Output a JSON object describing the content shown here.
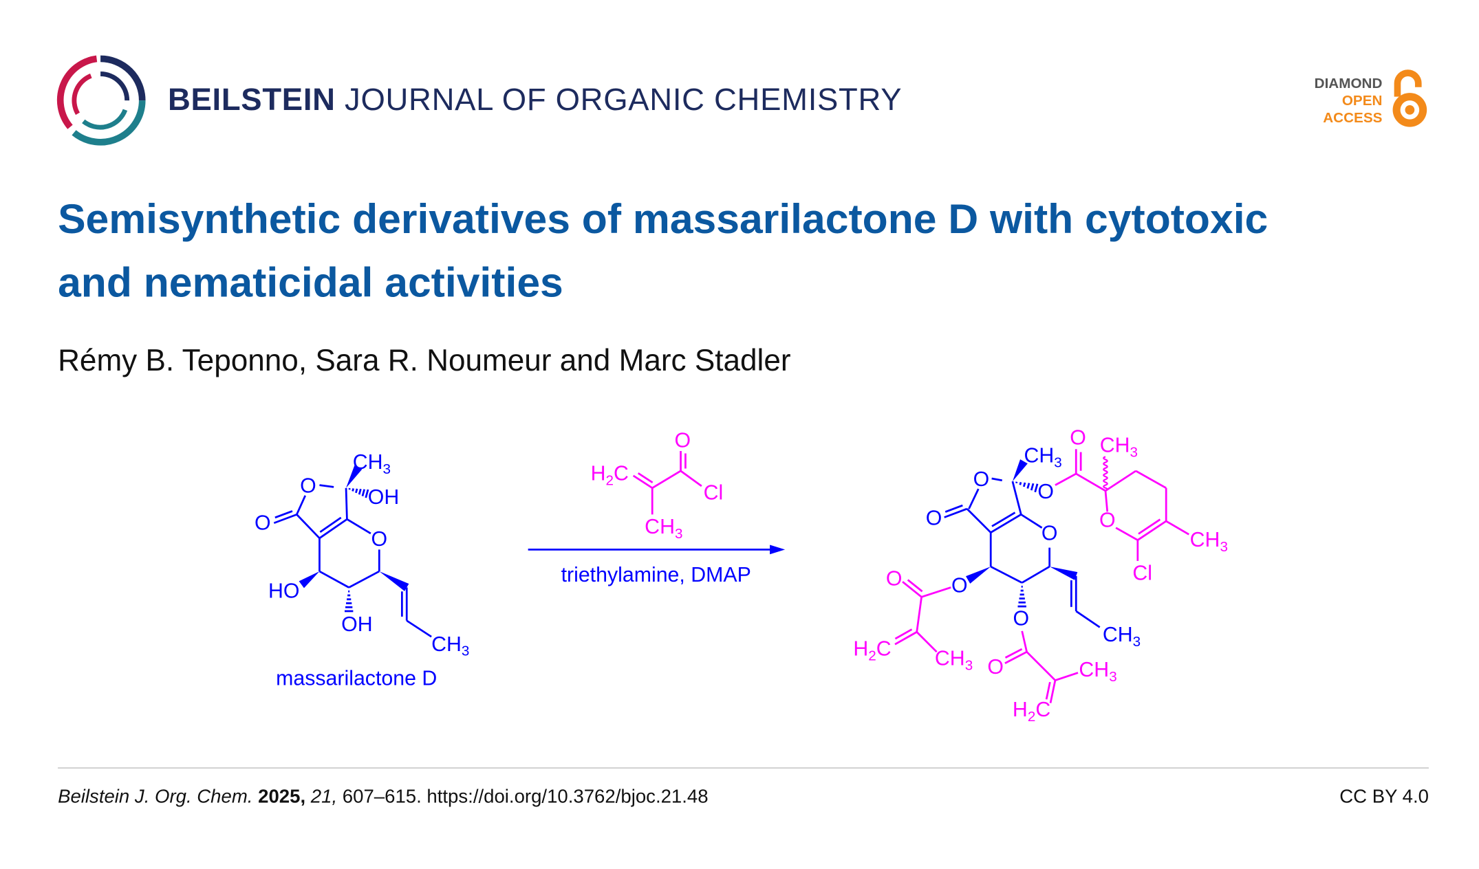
{
  "header": {
    "journal_bold": "BEILSTEIN",
    "journal_rest": "JOURNAL OF ORGANIC CHEMISTRY",
    "badge": {
      "line1": "DIAMOND",
      "line2": "OPEN",
      "line3": "ACCESS",
      "icon": "open-lock-icon"
    }
  },
  "article": {
    "title_lines": [
      "Semisynthetic derivatives of massarilactone D with cytotoxic",
      "and nematicidal activities"
    ],
    "authors": "Rémy B. Teponno, Sara R. Noumeur and Marc Stadler"
  },
  "scheme": {
    "starting_material": {
      "name": "massarilactone D",
      "labels": {
        "ch3_top": "CH3",
        "o_ring": "O",
        "oh_top": "OH",
        "o_carbonyl": "O",
        "o_pyran": "O",
        "ho_left": "HO",
        "oh_bottom": "OH",
        "ch3_vinyl": "CH3"
      }
    },
    "reagent": {
      "h2c": "H2C",
      "o": "O",
      "cl": "Cl",
      "ch3": "CH3"
    },
    "conditions": "triethylamine, DMAP",
    "product": {
      "labels": {
        "ch3_top": "CH3",
        "o_ring": "O",
        "o_ester": "O",
        "o_carbonyl": "O",
        "o_pyran": "O",
        "o_left": "O",
        "o_bottom": "O",
        "ch3_vinyl": "CH3",
        "r_o_carbonyl": "O",
        "r_ch3_top": "CH3",
        "r_o_ring": "O",
        "r_ch3": "CH3",
        "r_cl": "Cl",
        "l_o_carbonyl": "O",
        "l_h2c": "H2C",
        "l_ch3": "CH3",
        "b_o_carbonyl": "O",
        "b_ch3": "CH3",
        "b_h2c": "H2C"
      }
    },
    "colors": {
      "core": "#0000ff",
      "added": "#ff00ff"
    }
  },
  "footer": {
    "journal_abbrev": "Beilstein J. Org. Chem.",
    "year": "2025,",
    "volume": "21,",
    "pages_doi": "607–615. https://doi.org/10.3762/bjoc.21.48",
    "license": "CC BY 4.0"
  }
}
